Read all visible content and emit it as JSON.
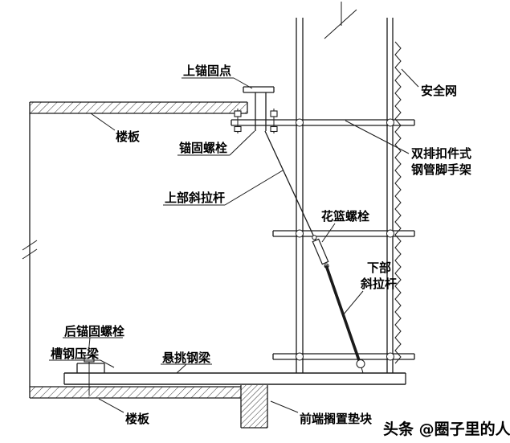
{
  "diagram": {
    "type": "construction-detail-drawing",
    "labels": {
      "upper_anchor_point": "上锚固点",
      "floor_slab_top": "楼板",
      "anchor_bolt": "锚固螺栓",
      "upper_tie_rod": "上部斜拉杆",
      "turnbuckle": "花篮螺栓",
      "safety_net": "安全网",
      "scaffold_line1": "双排扣件式",
      "scaffold_line2": "钢管脚手架",
      "lower_tie_rod_line1": "下部",
      "lower_tie_rod_line2": "斜拉杆",
      "rear_anchor_bolt": "后锚固螺栓",
      "channel_beam": "槽钢压梁",
      "cantilever_beam": "悬挑钢梁",
      "floor_slab_bottom": "楼板",
      "front_pad": "前端搁置垫块"
    },
    "watermark": "头条 @圈子里的人"
  },
  "colors": {
    "background": "#ffffff",
    "line": "#1a1a1a",
    "text": "#000000"
  }
}
